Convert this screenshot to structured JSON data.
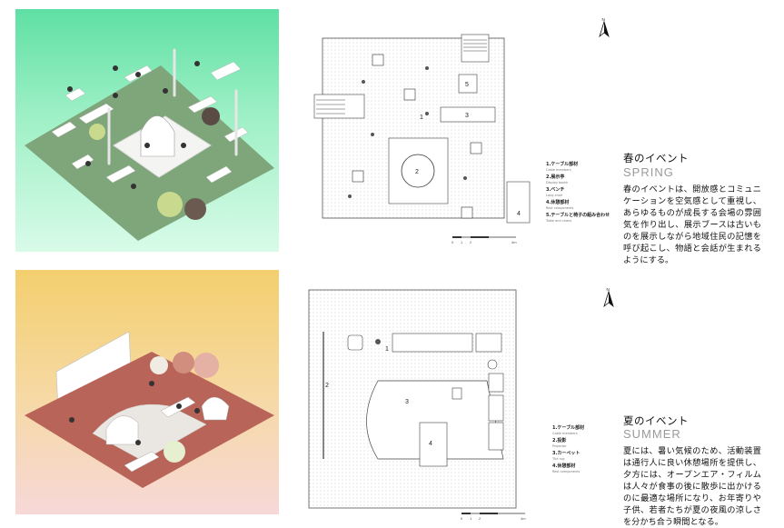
{
  "colors": {
    "spring_ground": "#7fa57a",
    "summer_ground": "#b96459",
    "plan_hatch": "#c8c8c8"
  },
  "spring": {
    "title_jp": "春のイベント",
    "title_en": "SPRING",
    "body": "春のイベントは、開放感とコミュニケーションを空気感として重視し、あらゆるものが成長する会場の雰囲気を作り出し、展示ブースは古いものを展示しながら地域住民の記憶を呼び起こし、物語と会話が生まれるようにする。",
    "plan_numbers": [
      "1",
      "2",
      "3",
      "4",
      "5"
    ],
    "legend": [
      {
        "jp": "1.ケーブル部材",
        "en": "Cable members"
      },
      {
        "jp": "2.展示亭",
        "en": "Display booth"
      },
      {
        "jp": "3.ベンチ",
        "en": "Long chair"
      },
      {
        "jp": "4.休憩部材",
        "en": "Rest components"
      },
      {
        "jp": "5.テーブルと椅子の組み合わせ",
        "en": "Table and chairs"
      }
    ]
  },
  "summer": {
    "title_jp": "夏のイベント",
    "title_en": "SUMMER",
    "body": "夏には、暑い気候のため、活動装置は通行人に良い休憩場所を提供し、夕方には、オープンエア・フィルムは人々が食事の後に散歩に出かけるのに最適な場所になり、お年寄りや子供、若者たちが夏の夜風の涼しさを分かち合う瞬間となる。",
    "plan_numbers": [
      "1",
      "2",
      "3",
      "4"
    ],
    "legend": [
      {
        "jp": "1.ケーブル部材",
        "en": "Cable members"
      },
      {
        "jp": "2.投影",
        "en": "Projector"
      },
      {
        "jp": "3.カーペット",
        "en": "The rug"
      },
      {
        "jp": "4.休憩部材",
        "en": "Rest components"
      }
    ]
  },
  "north_label": "N",
  "scale_labels": [
    "0",
    "1",
    "2",
    "4m"
  ]
}
